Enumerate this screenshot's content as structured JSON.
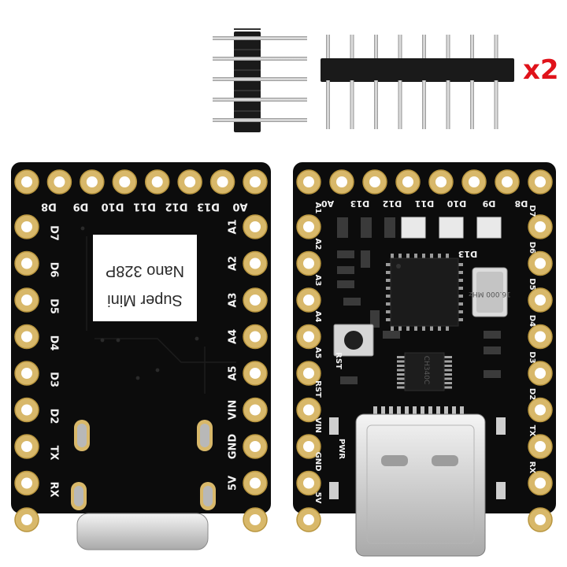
{
  "quantity_label": "x2",
  "colors": {
    "pcb": "#0c0c0c",
    "pad_gold": "#d8b86a",
    "pad_edge": "#b8953e",
    "silkscreen": "#f2f2f2",
    "quantity": "#e0121a",
    "pin_metal": "#c9c9c9",
    "header_plastic": "#1a1a1a"
  },
  "back_board": {
    "top_labels": [
      "D8",
      "D9",
      "D10",
      "D11",
      "D12",
      "D13",
      "A0"
    ],
    "left_labels": [
      "D7",
      "D6",
      "D5",
      "D4",
      "D3",
      "D2",
      "TX",
      "RX"
    ],
    "right_labels": [
      "A1",
      "A2",
      "A3",
      "A4",
      "A5",
      "VIN",
      "GND",
      "5V"
    ],
    "sticker_line1": "Nano 328P",
    "sticker_line2": "Super Mini"
  },
  "front_board": {
    "top_labels": [
      "A0",
      "D13",
      "D12",
      "D11",
      "D10",
      "D9",
      "D8"
    ],
    "left_labels": [
      "A1",
      "A2",
      "A3",
      "A4",
      "A5",
      "RST",
      "VIN",
      "GND",
      "5V"
    ],
    "right_labels": [
      "D7",
      "D6",
      "D5",
      "D4",
      "D3",
      "D2",
      "TX",
      "RX"
    ],
    "crystal_text": "16.000 MHz",
    "usb_chip_text": "CH340C",
    "button_label": "RST",
    "led_labels": [
      "D13",
      "PWR"
    ]
  }
}
